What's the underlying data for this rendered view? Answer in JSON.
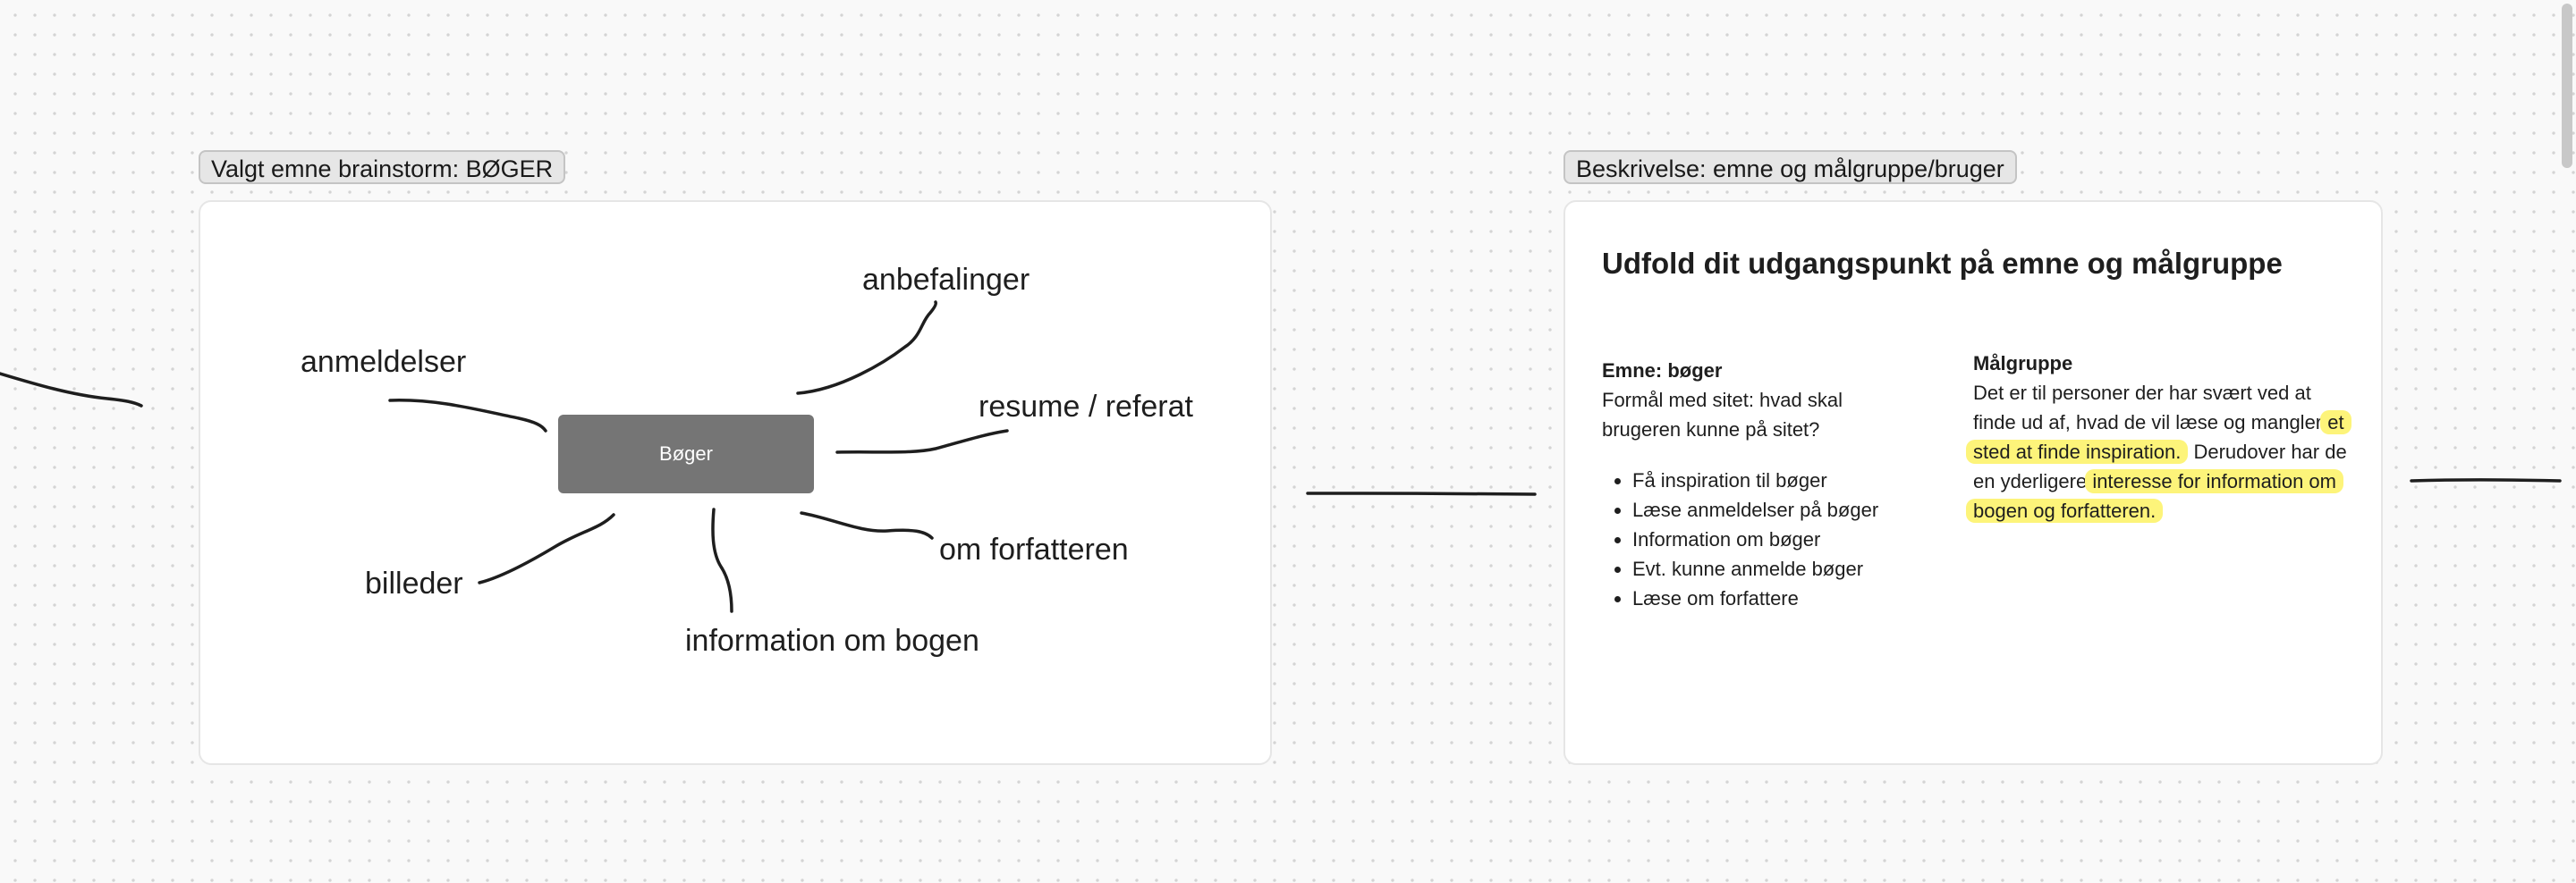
{
  "left_frame": {
    "label": "Valgt emne brainstorm: BØGER",
    "center_node": "Bøger",
    "words": {
      "anbefalinger": "anbefalinger",
      "anmeldelser": "anmeldelser",
      "resume": "resume / referat",
      "om_forfatteren": "om forfatteren",
      "billeder": "billeder",
      "information": "information om bogen"
    }
  },
  "right_frame": {
    "label": "Beskrivelse: emne og målgruppe/bruger",
    "title": "Udfold dit udgangspunkt på emne og målgruppe",
    "emne": {
      "heading": "Emne: bøger",
      "intro": "Formål med sitet: hvad skal brugeren kunne på sitet?",
      "items": [
        "Få inspiration til bøger",
        "Læse anmeldelser på bøger",
        "Information om bøger",
        "Evt. kunne anmelde bøger",
        "Læse om forfattere"
      ]
    },
    "maalgruppe": {
      "heading": "Målgruppe",
      "text_1": "Det er til personer der har svært ved at finde ud af, hvad de vil læse og mangler ",
      "highlight_1": "et sted at finde inspiration.",
      "text_2": " Derudover har de en yderligere ",
      "highlight_2": "interesse for information om bogen og forfatteren."
    }
  },
  "colors": {
    "highlight": "#fdf47a",
    "center_node": "#757575",
    "stroke": "#1e1e1e",
    "canvas_dot": "#d4d4d4"
  }
}
